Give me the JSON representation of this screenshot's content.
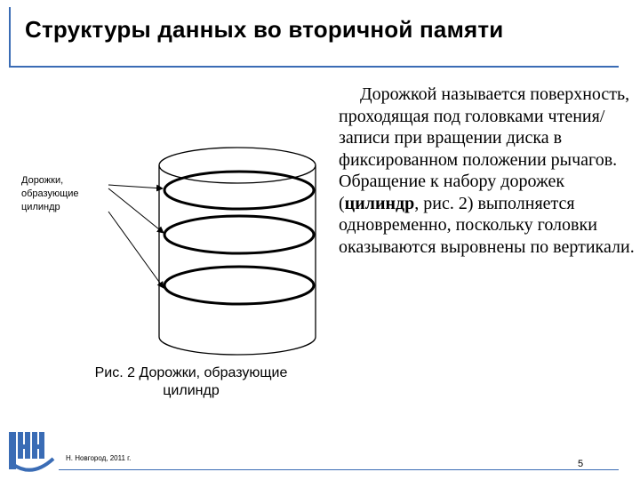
{
  "slide": {
    "title": "Структуры данных во вторичной памяти",
    "body": {
      "term": "Дорожкой",
      "part1": " называется поверхность, проходящая под головками чтения/записи при вращении диска в фиксированном положении рычагов. Обращение к набору дорожек (",
      "term2": "цилиндр",
      "part2": ", рис. 2) выполняется одновременно, поскольку головки оказываются выровнены по вертикали."
    },
    "diagram_label": "Дорожки, образующие цилиндр",
    "caption_line1": "Рис. 2  Дорожки, образующие",
    "caption_line2": "цилиндр",
    "footer": "Н. Новгород, 2011 г.",
    "page_number": "5"
  },
  "colors": {
    "accent": "#3a6cb5"
  },
  "icons": [
    "university-logo-icon",
    "arrow-icon"
  ]
}
